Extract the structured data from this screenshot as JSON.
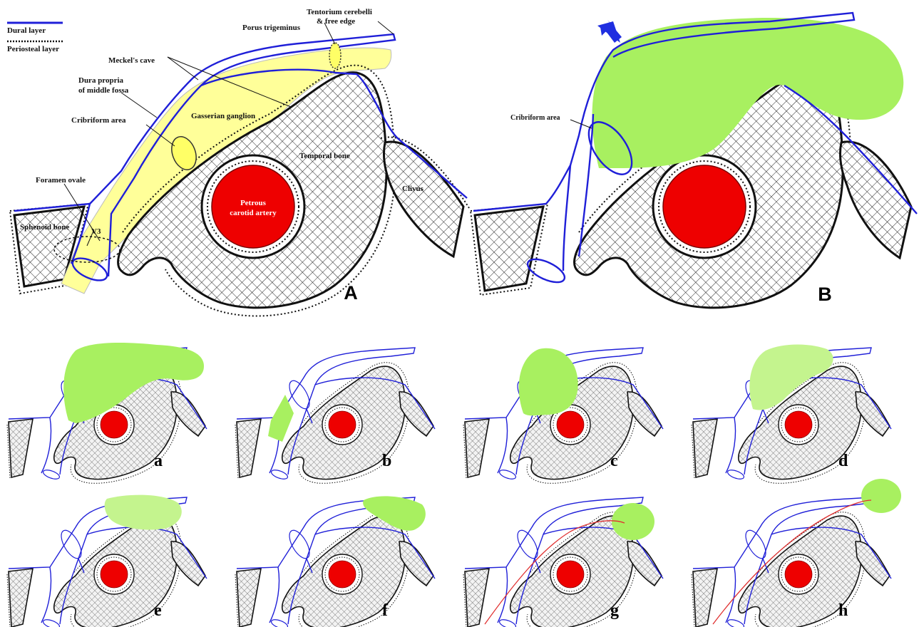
{
  "legend": {
    "dural_layer": "Dural layer",
    "periosteal_layer": "Periosteal layer"
  },
  "panel_a": {
    "letter": "A",
    "labels": {
      "porus_trigeminus": "Porus trigeminus",
      "tentorium_1": "Tentorium cerebelli",
      "tentorium_2": "& free edge",
      "meckels_cave": "Meckel's cave",
      "dura_propria_1": "Dura  propria",
      "dura_propria_2": "of middle fossa",
      "cribriform_area": "Cribriform area",
      "gasserian_ganglion": "Gasserian ganglion",
      "temporal_bone": "Temporal bone",
      "foramen_ovale": "Foramen ovale",
      "clivus": "Clivus",
      "sphenoid_bone": "Sphenoid bone",
      "v3": "V3",
      "petrous_1": "Petrous",
      "petrous_2": "carotid artery"
    }
  },
  "panel_b": {
    "letter": "B",
    "labels": {
      "cribriform_area": "Cribriform area"
    }
  },
  "small_panels": [
    "a",
    "b",
    "c",
    "d",
    "e",
    "f",
    "g",
    "h"
  ],
  "colors": {
    "dura": "#1f1fd8",
    "ganglion": "#ffff99",
    "tumor": "#a8f060",
    "tumor_light": "#c4f48e",
    "artery": "#ee0000",
    "bone_outline": "#111111",
    "trajectory": "#e03030",
    "arrow": "#1f2ee0"
  }
}
